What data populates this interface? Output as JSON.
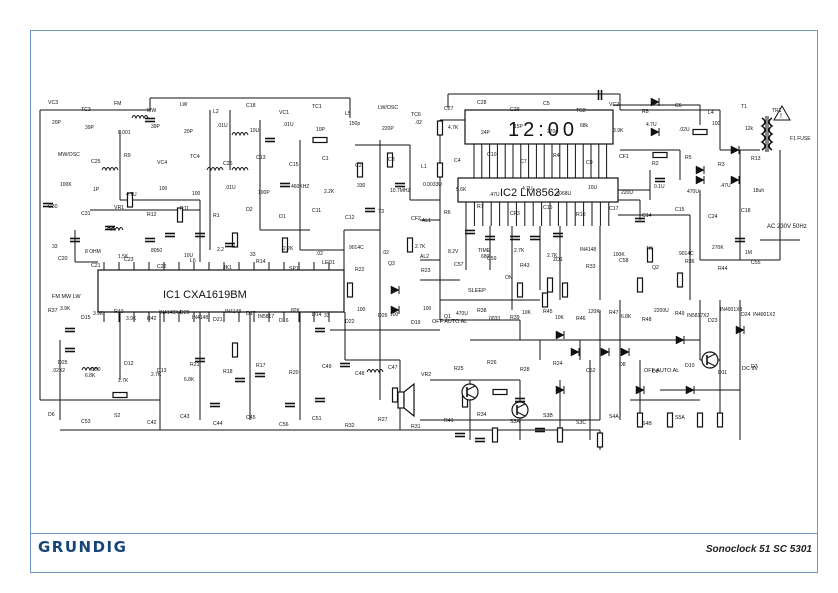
{
  "footer": {
    "brand": "GRUNDIG",
    "model": "Sonoclock 51 SC 5301"
  },
  "ics": {
    "ic1": "IC1  CXA1619BM",
    "ic2": "IC2  LM8562"
  },
  "display": {
    "time": "12:00"
  },
  "power": {
    "ac": "AC 230V 50Hz",
    "dc": "DC 9V",
    "fuse": "F1\nFUSE",
    "transformer": "TR1"
  },
  "switches": {
    "fm_mw_lw": "FM  MW  LW",
    "off_auto_al": "OFF AUTO AL",
    "sleep": "SLEEP",
    "time": "TIME",
    "on": "ON",
    "al1": "AL1",
    "al2": "AL2"
  },
  "labels": [
    "VC3",
    "TC3",
    "FM",
    "MW",
    "LW",
    "L2",
    "C18",
    "VC1",
    "TC1",
    "L5",
    "LW/OSC",
    "TC6",
    "C27",
    "C28",
    "C29",
    "C5",
    "TC2",
    "VC2",
    "R8",
    "C6",
    "L4",
    "T1",
    "MW/OSC",
    "C25",
    "R9",
    "VC4",
    "TC4",
    "C26",
    "C13",
    "C15",
    "C1",
    "C2",
    "C3",
    "L1",
    "C4",
    "C10",
    "C7",
    "R4",
    "C9",
    "CF1",
    "R2",
    "R5",
    "R3",
    "R13",
    "C30",
    "C31",
    "VR1",
    "R12",
    "R11",
    "R1",
    "D2",
    "D1",
    "C11",
    "C12",
    "T3",
    "CF2",
    "R6",
    "R7",
    "CF3",
    "C16",
    "R10",
    "C17",
    "C14",
    "C15",
    "C24",
    "C18",
    "C20",
    "C21",
    "C23",
    "C22",
    "L6",
    "JK1",
    "R14",
    "SP1",
    "LED1",
    "R22",
    "Q3",
    "R23",
    "C57",
    "C59",
    "R43",
    "ZD1",
    "R33",
    "C58",
    "Q2",
    "R36",
    "R44",
    "C55",
    "R37",
    "D15",
    "R40",
    "R42",
    "D20",
    "D21",
    "D17",
    "D16",
    "D14",
    "D22",
    "D26",
    "D19",
    "Q1",
    "R38",
    "R39",
    "R45",
    "R46",
    "R47",
    "R48",
    "R49",
    "D23",
    "D24",
    "D25",
    "C50",
    "D12",
    "D13",
    "R21",
    "R18",
    "R17",
    "R20",
    "C49",
    "C48",
    "C47",
    "VR2",
    "R25",
    "R26",
    "R28",
    "R24",
    "C52",
    "D8",
    "D9",
    "D10",
    "D11",
    "D7",
    "D6",
    "C53",
    "S2",
    "C42",
    "C43",
    "C44",
    "C45",
    "C56",
    "C51",
    "R32",
    "R27",
    "R31",
    "R41",
    "R34",
    "S3A",
    "S3B",
    "S3C",
    "S4A",
    "S4B",
    "S5A"
  ],
  "values": [
    "20P",
    "39P",
    "0.001",
    "39P",
    "20P",
    ".01U",
    "10U",
    ".01U",
    "10P",
    "150p",
    "220P",
    ".02",
    "4.7K",
    "24P",
    "15P",
    "270p",
    "68k",
    "3.9K",
    "4.7U",
    ".02U",
    "100",
    "12k",
    "100K",
    "1P",
    "4.7U",
    "100",
    "100",
    ".01U",
    "100P",
    "460KHZ",
    "2.2K",
    "330",
    "10.7MHZ",
    "0.0033U",
    "5.6K",
    ".47U",
    "4.7U",
    ".0068U",
    "10U",
    "220U",
    "0.1U",
    "470U",
    ".47U",
    "18uh",
    "33",
    "8 OHM",
    "1.5K",
    "8050",
    "10U",
    "2.2",
    "33",
    "2.2K",
    ".02",
    "9014C",
    ".02",
    "2.7K",
    "8.2V",
    "680",
    "2.7K",
    "2.7K",
    "IN4148",
    "100K",
    "1K",
    "9014C",
    "270K",
    "1M",
    "3.9K",
    "3.9K",
    "3.9K",
    "IN4148X4",
    "IN4148",
    "IN4148",
    "IN5817",
    "82K",
    "33",
    "100",
    "100",
    "100",
    "470U",
    "0033",
    "10K",
    "10K",
    "120K",
    "6.8K",
    "2200U",
    "IN5817X2",
    "IN4001X3",
    "IN4001X2",
    ".02X2",
    "6.8K",
    "2.7K",
    "2.7K",
    "6.8K"
  ]
}
